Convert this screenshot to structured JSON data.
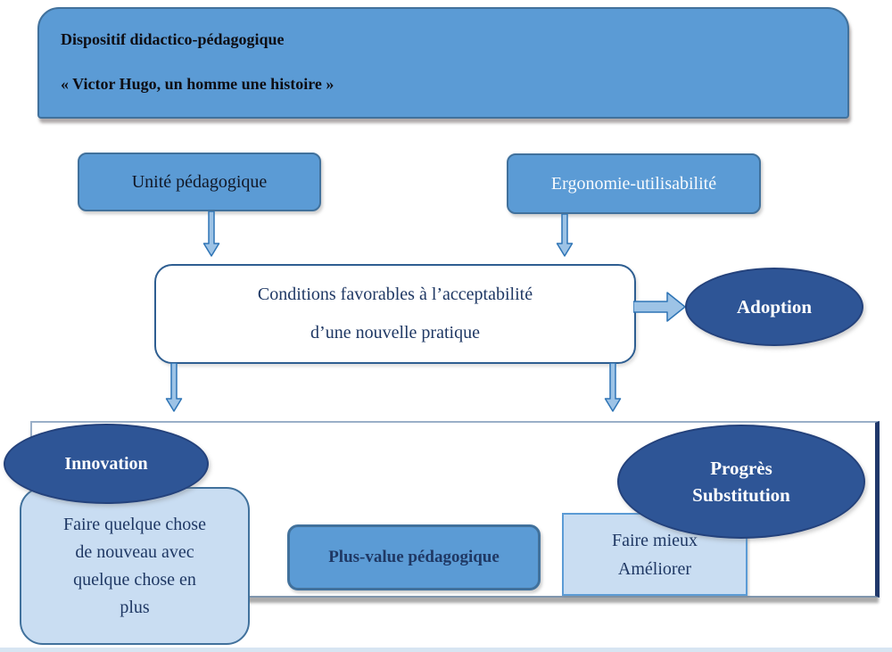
{
  "diagram": {
    "banner": {
      "title": "Dispositif didactico-pédagogique",
      "subtitle": "« Victor Hugo, un homme une histoire »"
    },
    "nodes": {
      "unite": {
        "label": "Unité pédagogique"
      },
      "ergonomie": {
        "label": "Ergonomie-utilisabilité"
      },
      "conditions": {
        "line1": "Conditions favorables à l’acceptabilité",
        "line2": "d’une nouvelle pratique"
      },
      "adoption": {
        "label": "Adoption"
      },
      "innovation": {
        "label": "Innovation"
      },
      "faire_nouveau": {
        "lines": [
          "Faire quelque chose",
          "de nouveau avec",
          "quelque chose en",
          "plus"
        ]
      },
      "plus_value": {
        "label": "Plus-value pédagogique"
      },
      "faire_mieux": {
        "lines": [
          "Faire mieux",
          "Améliorer"
        ]
      },
      "progres": {
        "lines": [
          "Progrès",
          "Substitution"
        ]
      }
    },
    "colors": {
      "medium_blue": "#5B9BD5",
      "medium_blue_border": "#41719C",
      "dark_ellipse_fill": "#2E5596",
      "dark_ellipse_border": "#24427C",
      "light_box_fill": "#C9DDF2",
      "light_box_border": "#41719C",
      "navy_text": "#1F3864",
      "arrow_fill": "#9DC3E6",
      "arrow_stroke": "#2E74B5",
      "container_right_border": "#20386B"
    }
  }
}
